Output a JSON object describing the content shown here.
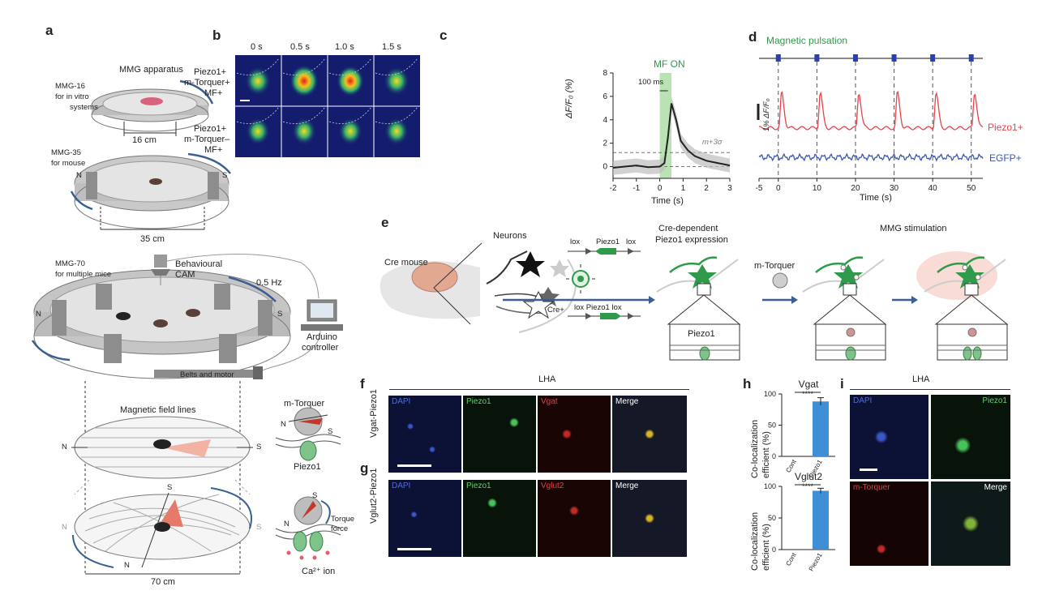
{
  "panels": [
    "a",
    "b",
    "c",
    "d",
    "e",
    "f",
    "g",
    "h",
    "i"
  ],
  "a": {
    "mmg_apparatus": "MMG apparatus",
    "mmg16": [
      "MMG-16",
      "for in vitro",
      "systems"
    ],
    "mmg16_size": "16 cm",
    "mmg35": [
      "MMG-35",
      "for mouse"
    ],
    "mmg35_size": "35 cm",
    "mmg70": [
      "MMG-70",
      "for multiple mice"
    ],
    "cam": [
      "Behavioural",
      "CAM"
    ],
    "freq": "0.5 Hz",
    "arduino": [
      "Arduino",
      "controller"
    ],
    "belts": "Belts and motor",
    "field_lines": "Magnetic field lines",
    "mmg70_size": "70 cm",
    "m_torquer": "m-Torquer",
    "piezo1": "Piezo1",
    "torque": [
      "Torque",
      "force"
    ],
    "ca": "Ca²⁺ ion",
    "N": "N",
    "S": "S"
  },
  "b": {
    "times": [
      "0 s",
      "0.5 s",
      "1.0 s",
      "1.5 s"
    ],
    "row1": [
      "Piezo1+",
      "m-Torquer+",
      "MF+"
    ],
    "row2": [
      "Piezo1+",
      "m-Torquer–",
      "MF+"
    ]
  },
  "c": {
    "mf_on": "MF ON",
    "ms": "100 ms",
    "sigma": "m+3σ",
    "ylabel": "ΔF/F₀ (%)",
    "xlabel": "Time (s)"
  },
  "d": {
    "title": "Magnetic pulsation",
    "scale": "1% ΔF/F₀",
    "series1": "Piezo1+",
    "series2": "EGFP+",
    "xlabel": "Time (s)"
  },
  "e": {
    "cre_mouse": "Cre mouse",
    "neurons": "Neurons",
    "lox": "lox",
    "piezo1": "Piezo1",
    "lox_piezo": "lox Piezo1 lox",
    "cre_plus": "Cre+",
    "cre_dep": [
      "Cre-dependent",
      "Piezo1 expression"
    ],
    "m_torquer": "m-Torquer",
    "mmg_stim": "MMG stimulation"
  },
  "f": {
    "region": "LHA",
    "row_label": "Vgat-Piezo1",
    "channels": [
      "DAPI",
      "Piezo1",
      "Vgat",
      "Merge"
    ]
  },
  "g": {
    "row_label": "Vglut2-Piezo1",
    "channels": [
      "DAPI",
      "Piezo1",
      "Vglut2",
      "Merge"
    ]
  },
  "h": {
    "ylabel": [
      "Co-localization",
      "efficient (%)"
    ],
    "stars": "****",
    "cats": [
      "Cont",
      "Piezo1"
    ],
    "titles": [
      "Vgat",
      "Vglut2"
    ]
  },
  "i": {
    "region": "LHA",
    "channels": [
      "DAPI",
      "Piezo1",
      "m-Torquer",
      "Merge"
    ]
  },
  "chart_data": [
    {
      "type": "line",
      "panel": "c",
      "xlabel": "Time (s)",
      "ylabel": "ΔF/F₀ (%)",
      "xlim": [
        -2,
        3
      ],
      "ylim": [
        -1,
        8
      ],
      "xticks": [
        "-2",
        "-1",
        "0",
        "1",
        "2",
        "3"
      ],
      "yticks": [
        "0",
        "2",
        "4",
        "6",
        "8"
      ],
      "x": [
        -2,
        -1.5,
        -1,
        -0.5,
        0,
        0.2,
        0.35,
        0.5,
        0.7,
        0.9,
        1.2,
        1.5,
        2,
        2.5,
        3
      ],
      "y": [
        -0.1,
        0.0,
        0.1,
        -0.05,
        0.0,
        0.3,
        2.5,
        5.4,
        4.0,
        2.2,
        1.4,
        0.9,
        0.5,
        0.3,
        0.1
      ],
      "threshold": 1.2,
      "mf_on_window": [
        0,
        0.5
      ]
    },
    {
      "type": "line",
      "panel": "d",
      "xlabel": "Time (s)",
      "xlim": [
        -5,
        53
      ],
      "xticks": [
        "-5",
        "0",
        "10",
        "20",
        "30",
        "40",
        "50"
      ],
      "pulse_times": [
        0,
        10,
        20,
        30,
        40,
        50
      ],
      "series": [
        {
          "name": "Piezo1+",
          "peak_times": [
            0.8,
            10.8,
            20.8,
            30.8,
            40.8,
            50.8
          ],
          "color": "#e8424b"
        },
        {
          "name": "EGFP+",
          "color": "#3a58b0"
        }
      ]
    },
    {
      "type": "bar",
      "panel": "h",
      "title": "Vgat",
      "categories": [
        "Cont",
        "Piezo1"
      ],
      "values": [
        0,
        88
      ],
      "error": [
        0,
        6
      ],
      "ylim": [
        0,
        100
      ],
      "yticks": [
        "0",
        "50",
        "100"
      ],
      "color": "#3f8fd6"
    },
    {
      "type": "bar",
      "panel": "h",
      "title": "Vglut2",
      "categories": [
        "Cont",
        "Piezo1"
      ],
      "values": [
        0,
        93
      ],
      "error": [
        0,
        4
      ],
      "ylim": [
        0,
        100
      ],
      "yticks": [
        "0",
        "50",
        "100"
      ],
      "color": "#3f8fd6"
    }
  ],
  "colors": {
    "red": "#e8424b",
    "blue": "#3a58b0",
    "green": "#2f9a4a",
    "bar": "#3f8fd6",
    "mf_band": "#a9dca0"
  }
}
